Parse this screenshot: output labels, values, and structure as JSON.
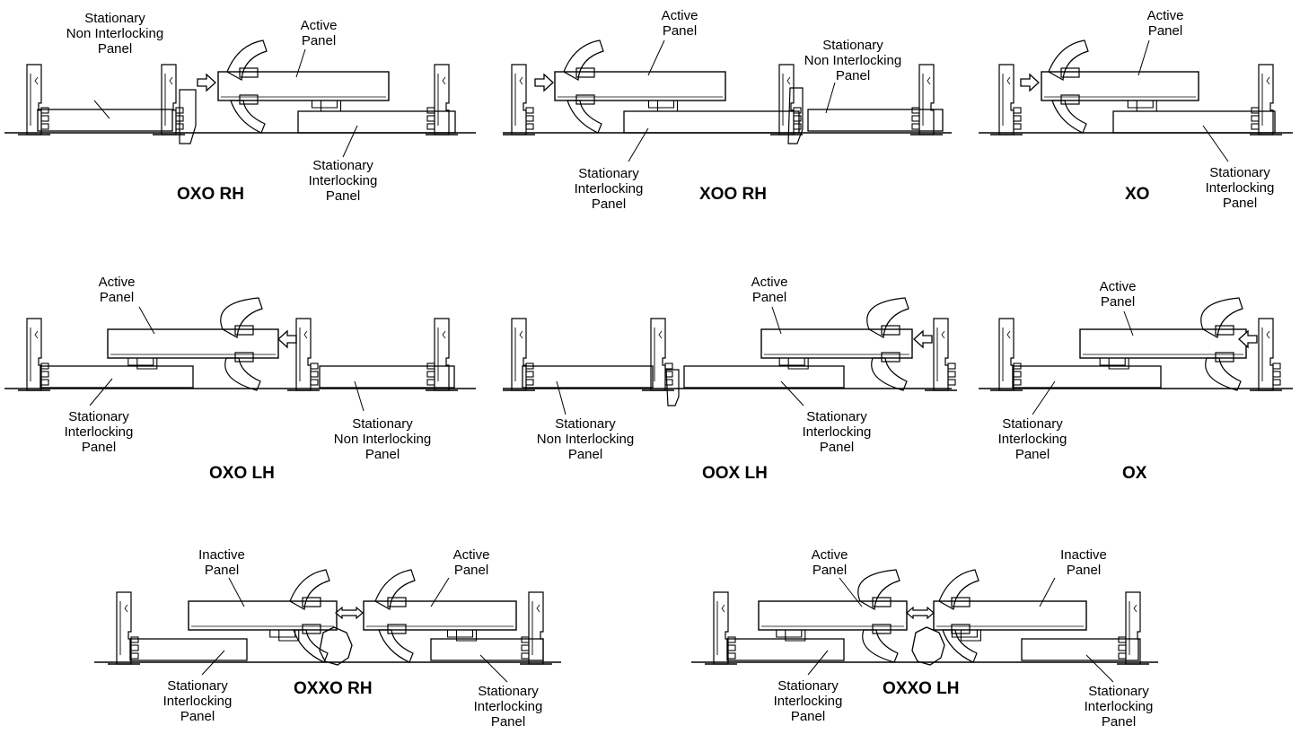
{
  "colors": {
    "line": "#000000",
    "background": "#ffffff",
    "arrow_fill": "#ffffff"
  },
  "icons": {
    "arrow": "outline-arrow-icon",
    "double_arrow": "double-headed-arrow-icon"
  },
  "diagrams": [
    {
      "config": "OXO RH",
      "labels": [
        "Stationary\nNon Interlocking\nPanel",
        "Active\nPanel",
        "Stationary\nInterlocking\nPanel"
      ]
    },
    {
      "config": "XOO RH",
      "labels": [
        "Active\nPanel",
        "Stationary\nNon Interlocking\nPanel",
        "Stationary\nInterlocking\nPanel"
      ]
    },
    {
      "config": "XO",
      "labels": [
        "Active\nPanel",
        "Stationary\nInterlocking\nPanel"
      ]
    },
    {
      "config": "OXO LH",
      "labels": [
        "Active\nPanel",
        "Stationary\nInterlocking\nPanel",
        "Stationary\nNon Interlocking\nPanel"
      ]
    },
    {
      "config": "OOX LH",
      "labels": [
        "Active\nPanel",
        "Stationary\nNon Interlocking\nPanel",
        "Stationary\nInterlocking\nPanel"
      ]
    },
    {
      "config": "OX",
      "labels": [
        "Active\nPanel",
        "Stationary\nInterlocking\nPanel"
      ]
    },
    {
      "config": "OXXO RH",
      "labels": [
        "Inactive\nPanel",
        "Active\nPanel",
        "Stationary\nInterlocking\nPanel",
        "Stationary\nInterlocking\nPanel"
      ]
    },
    {
      "config": "OXXO LH",
      "labels": [
        "Active\nPanel",
        "Inactive\nPanel",
        "Stationary\nInterlocking\nPanel",
        "Stationary\nInterlocking\nPanel"
      ]
    }
  ]
}
